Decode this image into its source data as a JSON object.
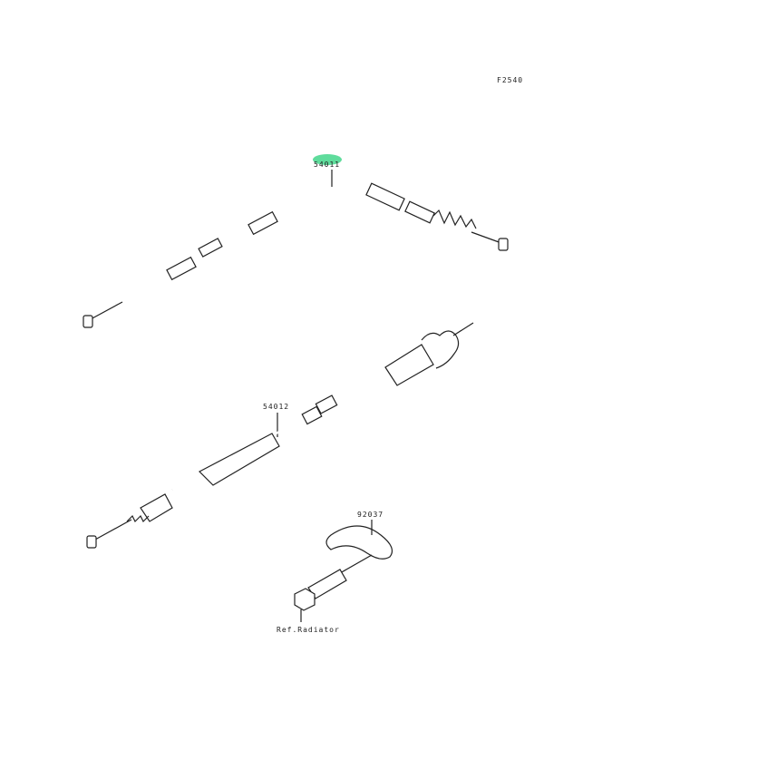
{
  "diagram_code": "F2540",
  "parts": [
    {
      "number": "54011",
      "highlighted": true
    },
    {
      "number": "54012",
      "highlighted": false
    },
    {
      "number": "92037",
      "highlighted": false
    }
  ],
  "reference_label": "Ref.Radiator",
  "highlight_color": "#5fdc9c"
}
